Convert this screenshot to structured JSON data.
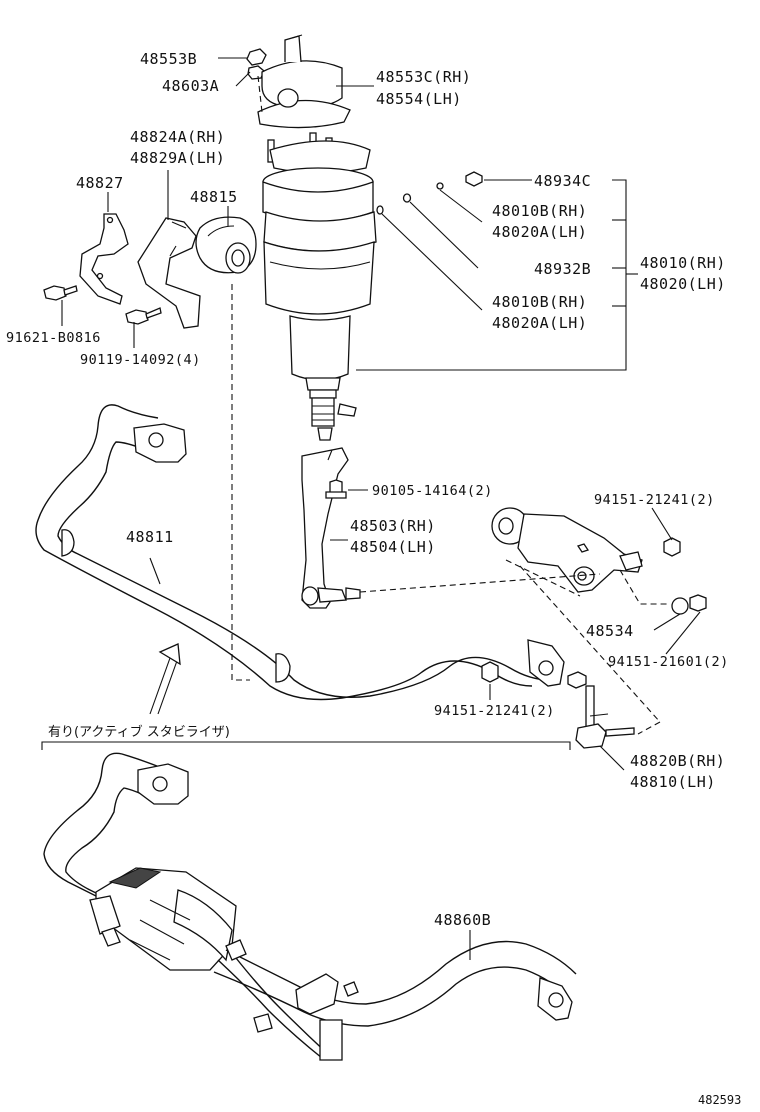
{
  "labels": {
    "l48553B": "48553B",
    "l48603A": "48603A",
    "l48553C": "48553C(RH)",
    "l48554": "48554(LH)",
    "l48824A": "48824A(RH)",
    "l48829A": "48829A(LH)",
    "l48827": "48827",
    "l48815": "48815",
    "l91621": "91621-B0816",
    "l90119": "90119-14092(4)",
    "l48934C": "48934C",
    "l48010B_a": "48010B(RH)",
    "l48020A_a": "48020A(LH)",
    "l48932B": "48932B",
    "l48010": "48010(RH)",
    "l48020": "48020(LH)",
    "l48010B_b": "48010B(RH)",
    "l48020A_b": "48020A(LH)",
    "l90105": "90105-14164(2)",
    "l94151_a": "94151-21241(2)",
    "l48811": "48811",
    "l48503": "48503(RH)",
    "l48504": "48504(LH)",
    "l48534": "48534",
    "l94151_b": "94151-21601(2)",
    "l94151_c": "94151-21241(2)",
    "l48820B": "48820B(RH)",
    "l48810": "48810(LH)",
    "l48860B": "48860B",
    "active_note": "有り(アクティブ スタビライザ)",
    "diagram_code": "482593"
  }
}
